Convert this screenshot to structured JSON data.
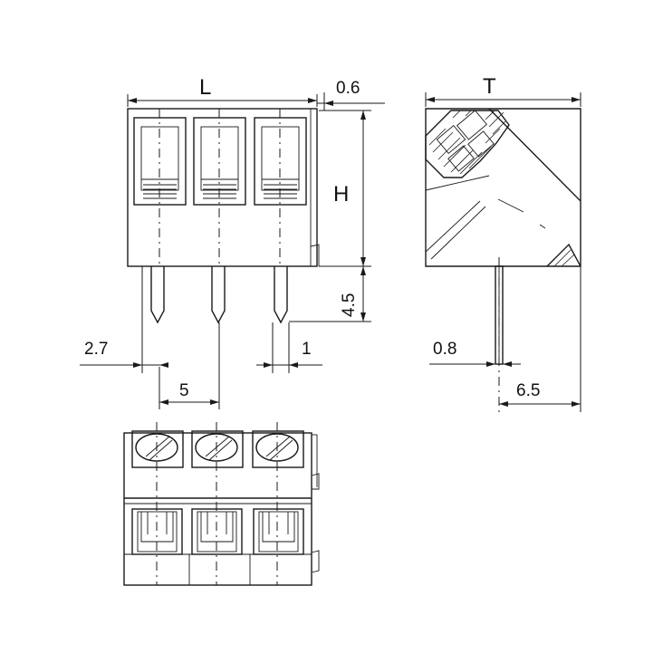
{
  "dimensions": {
    "L": "L",
    "T": "T",
    "H": "H",
    "d_0_6": "0.6",
    "d_4_5": "4.5",
    "d_2_7": "2.7",
    "d_1": "1",
    "d_5": "5",
    "d_0_8": "0.8",
    "d_6_5": "6.5"
  },
  "colors": {
    "ink": "#1a1a1a",
    "paper": "#ffffff"
  }
}
